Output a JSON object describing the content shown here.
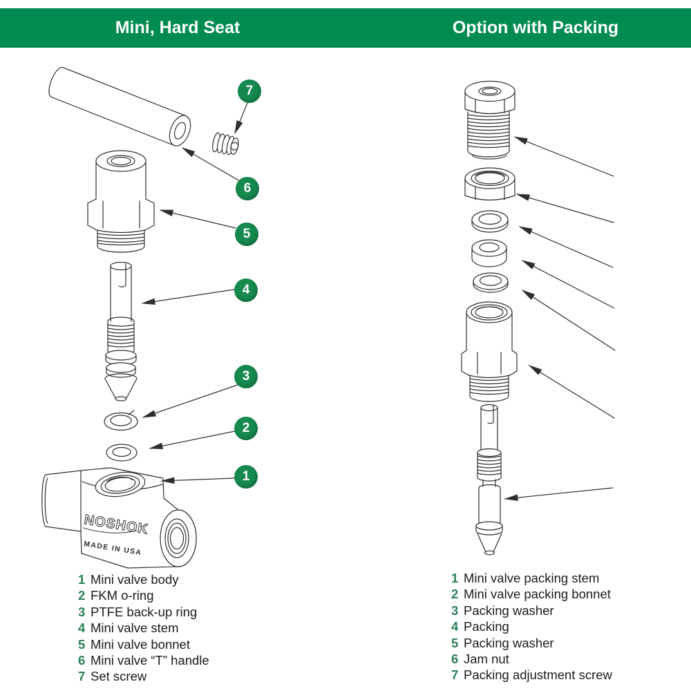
{
  "header": {
    "left_title": "Mini, Hard Seat",
    "right_title": "Option with Packing"
  },
  "colors": {
    "header_green": "#008B51",
    "callout_green": "#15894E",
    "list_number_green": "#2B7F58",
    "line_art": "#2E2E2E",
    "list_text": "#1B1B1B",
    "header_text": "#FFFFFF"
  },
  "left_diagram": {
    "callouts": [
      {
        "number": "7"
      },
      {
        "number": "6"
      },
      {
        "number": "5"
      },
      {
        "number": "4"
      },
      {
        "number": "3"
      },
      {
        "number": "2"
      },
      {
        "number": "1"
      }
    ],
    "body_markings": {
      "brand": "NOSHOK",
      "origin": "MADE IN USA"
    }
  },
  "left_list": {
    "items": [
      {
        "num": "1",
        "label": "Mini valve body"
      },
      {
        "num": "2",
        "label": "FKM o-ring"
      },
      {
        "num": "3",
        "label": "PTFE back-up ring"
      },
      {
        "num": "4",
        "label": "Mini valve stem"
      },
      {
        "num": "5",
        "label": "Mini valve bonnet"
      },
      {
        "num": "6",
        "label": "Mini valve “T” handle"
      },
      {
        "num": "7",
        "label": "Set screw"
      }
    ]
  },
  "right_list": {
    "items": [
      {
        "num": "1",
        "label": "Mini valve packing stem"
      },
      {
        "num": "2",
        "label": "Mini valve packing bonnet"
      },
      {
        "num": "3",
        "label": "Packing washer"
      },
      {
        "num": "4",
        "label": "Packing"
      },
      {
        "num": "5",
        "label": "Packing washer"
      },
      {
        "num": "6",
        "label": "Jam nut"
      },
      {
        "num": "7",
        "label": "Packing adjustment screw"
      }
    ]
  }
}
